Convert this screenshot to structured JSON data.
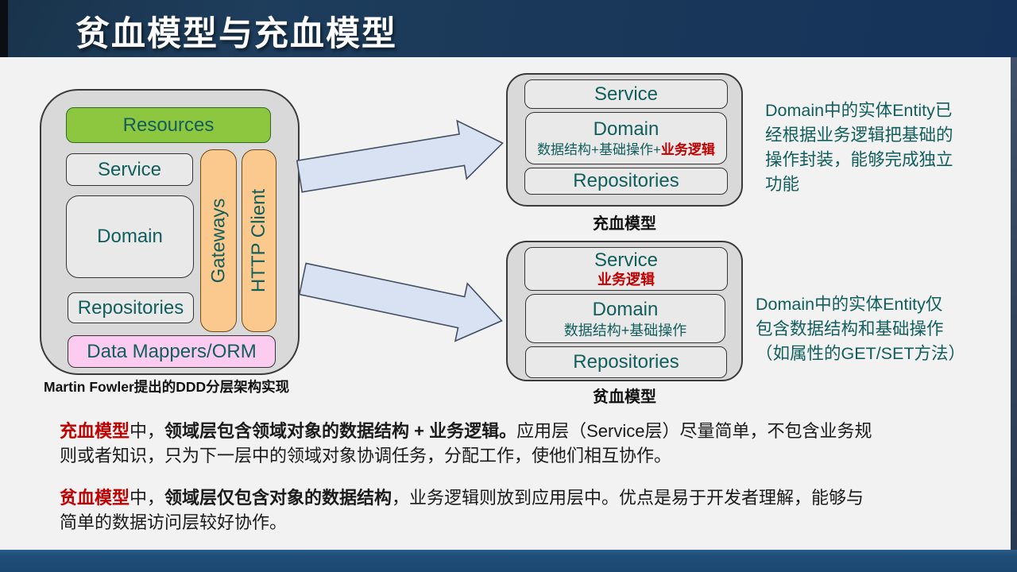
{
  "title": "贫血模型与充血模型",
  "colors": {
    "header_navy": "#1a3859",
    "footer_navy": "#1f4e79",
    "background": "#f2f2f2",
    "container_gray": "#d9d9d9",
    "box_gray": "#e9e9e9",
    "resources_green": "#8dc63f",
    "gateway_orange": "#fbc88d",
    "mapper_pink": "#fbccf0",
    "label_teal": "#115e5c",
    "emphasis_red": "#c00000",
    "arrow_blue": "#d9e2f3"
  },
  "left_diagram": {
    "resources": "Resources",
    "service": "Service",
    "domain": "Domain",
    "repositories": "Repositories",
    "gateways": "Gateways",
    "http_client": "HTTP Client",
    "data_mappers": "Data Mappers/ORM",
    "caption": "Martin Fowler提出的DDD分层架构实现"
  },
  "rich_model": {
    "service": "Service",
    "domain": "Domain",
    "domain_detail_plain": "数据结构+基础操作+",
    "domain_detail_red": "业务逻辑",
    "repositories": "Repositories",
    "caption": "充血模型"
  },
  "anemic_model": {
    "service": "Service",
    "service_detail_red": "业务逻辑",
    "domain": "Domain",
    "domain_detail": "数据结构+基础操作",
    "repositories": "Repositories",
    "caption": "贫血模型"
  },
  "notes": {
    "rich_lines": {
      "l1": "Domain中的实体Entity已",
      "l2": "经根据业务逻辑把基础的",
      "l3": "操作封装，能够完成独立",
      "l4": "功能"
    },
    "anemic_lines": {
      "l1": "Domain中的实体Entity仅",
      "l2": "包含数据结构和基础操作",
      "l3": "（如属性的GET/SET方法）"
    }
  },
  "paragraphs": {
    "rich": {
      "term": "充血模型",
      "after_term": "中，",
      "bold": "领域层包含领域对象的数据结构 + 业务逻辑。",
      "line1_rest": "应用层（Service层）尽量简单，不包含业务规",
      "line2": "则或者知识，只为下一层中的领域对象协调任务，分配工作，使他们相互协作。"
    },
    "anemic": {
      "term": "贫血模型",
      "after_term": "中，",
      "bold": "领域层仅包含对象的数据结构",
      "line1_rest": "，业务逻辑则放到应用层中。优点是易于开发者理解，能够与",
      "line2": "简单的数据访问层较好协作。"
    }
  }
}
